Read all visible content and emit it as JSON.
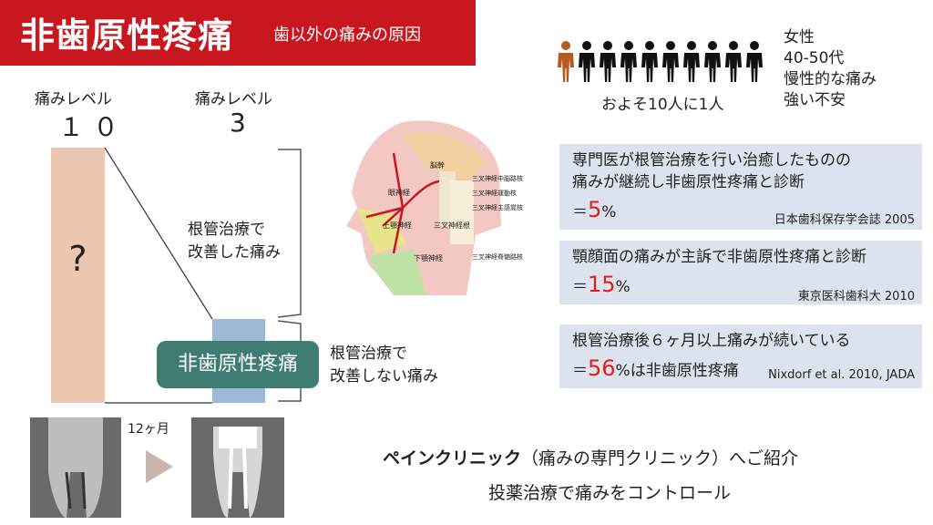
{
  "header": {
    "title": "非歯原性疼痛",
    "subtitle": "歯以外の痛みの原因"
  },
  "pain_levels": {
    "left": {
      "label": "痛みレベル",
      "value": "１０",
      "bar_text": "?"
    },
    "right": {
      "label": "痛みレベル",
      "value": "3"
    }
  },
  "brace_labels": {
    "improved": [
      "根管治療で",
      "改善した痛み"
    ],
    "not_improved": [
      "根管治療で",
      "改善しない痛み"
    ]
  },
  "badge": "非歯原性疼痛",
  "head_diagram_labels": {
    "brainstem": "脳幹",
    "ophthalmic": "眼神経",
    "maxillary": "上顎神経",
    "mandibular": "下顎神経",
    "trigeminal_root": "三叉神経根",
    "mesencephalic": "三叉神経中脳路核",
    "motor": "三叉神経運動核",
    "principal": "三叉神経主感覚核",
    "spinal": "三叉神経脊髄路核"
  },
  "prevalence": {
    "caption": "およそ10人に1人",
    "highlighted_count": 1,
    "total_count": 10,
    "traits": [
      "女性",
      "40-50代",
      "慢性的な痛み",
      "強い不安"
    ]
  },
  "stats": [
    {
      "lines": [
        "専門医が根管治療を行い治癒したものの",
        "痛みが継続し非歯原性疼痛と診断"
      ],
      "eq_prefix": "＝",
      "value": "5",
      "unit": "%",
      "suffix": "",
      "source": "日本歯科保存学会誌 2005"
    },
    {
      "lines": [
        "顎顔面の痛みが主訴で非歯原性疼痛と診断"
      ],
      "eq_prefix": "＝",
      "value": "15",
      "unit": "%",
      "suffix": "",
      "source": "東京医科歯科大 2010"
    },
    {
      "lines": [
        "根管治療後６ヶ月以上痛みが続いている"
      ],
      "eq_prefix": "＝",
      "value": "56",
      "unit": "%",
      "suffix": "は非歯原性疼痛",
      "source": "Nixdorf et al. 2010, JADA"
    }
  ],
  "xray": {
    "interval": "12ヶ月"
  },
  "bottom": {
    "bold": "ペインクリニック",
    "rest": "（痛みの専門クリニック）へご紹介",
    "line2": "投薬治療で痛みをコントロール"
  },
  "colors": {
    "banner": "#c8171e",
    "bar10": "#ecc6ae",
    "bar3": "#9cb9d5",
    "badge": "#3f7d72",
    "statbox": "#dce3ee",
    "accent_red": "#e21d1d",
    "person_highlight": "#b35a1e",
    "person": "#111111"
  }
}
